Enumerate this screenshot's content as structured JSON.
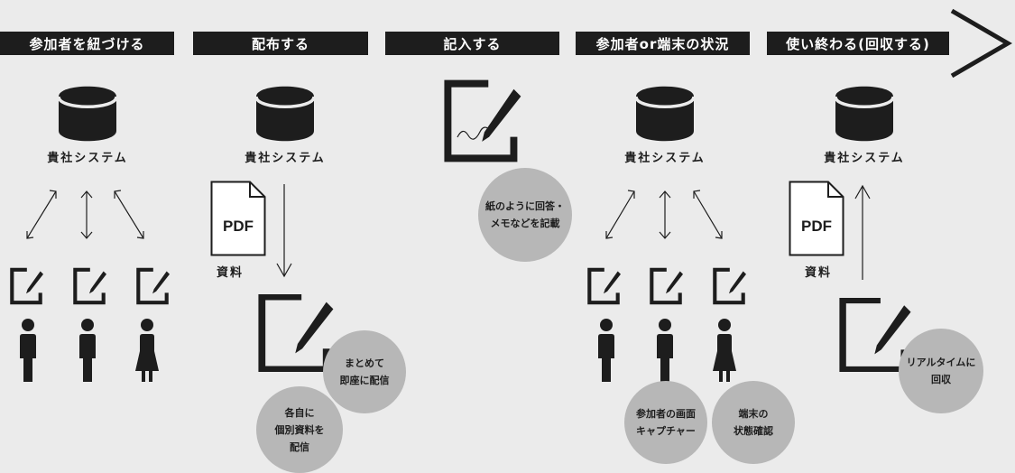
{
  "steps": [
    {
      "label": "参加者を紐づける"
    },
    {
      "label": "配布する"
    },
    {
      "label": "記入する"
    },
    {
      "label": "参加者or端末の状況"
    },
    {
      "label": "使い終わる(回収する)"
    }
  ],
  "system_label": "貴社システム",
  "pdf_text": "PDF",
  "material_label": "資料",
  "bubbles": {
    "batch": [
      "まとめて",
      "即座に配信"
    ],
    "individual": [
      "各自に",
      "個別資料を",
      "配信"
    ],
    "write": [
      "紙のように回答・",
      "メモなどを記載"
    ],
    "capture": [
      "参加者の画面",
      "キャプチャー"
    ],
    "device": [
      "端末の",
      "状態確認"
    ],
    "collect": [
      "リアルタイムに",
      "回収"
    ]
  }
}
